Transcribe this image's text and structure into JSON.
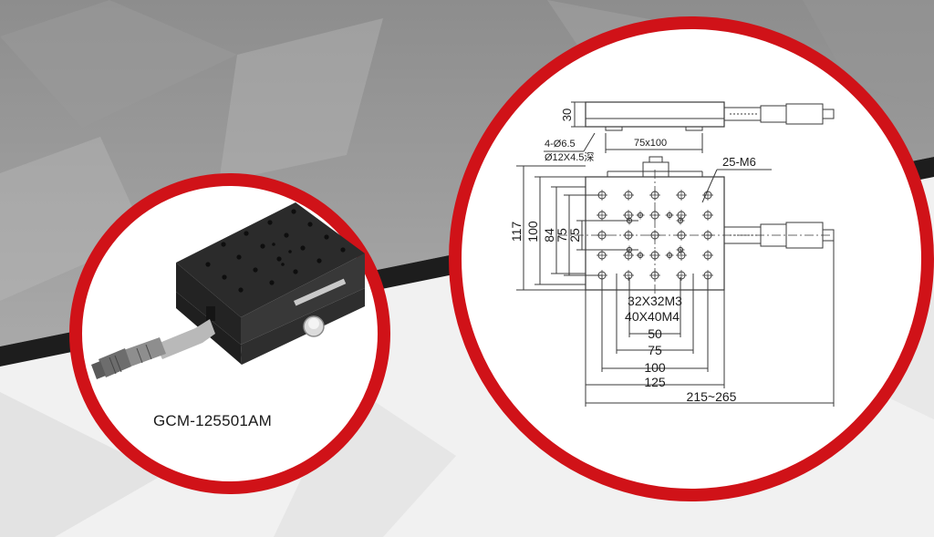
{
  "product": {
    "model": "GCM-125501AM"
  },
  "drawing": {
    "callout_mounting_holes": "4-Ø6.5",
    "callout_counterbore": "Ø12X4.5深",
    "callout_tapped_holes": "25-M6",
    "dim_height": "30",
    "dim_bottom_hole_spacing": "75x100",
    "dim_117": "117",
    "dim_100_v": "100",
    "dim_84": "84",
    "dim_75_v": "75",
    "dim_25": "25",
    "dim_pattern_m3": "32X32M3",
    "dim_pattern_m4": "40X40M4",
    "dim_50": "50",
    "dim_75_h": "75",
    "dim_100_h": "100",
    "dim_125": "125",
    "dim_travel_length": "215~265"
  },
  "colors": {
    "ring": "#d01218",
    "band": "#1d1d1d",
    "top_background": "#9c9c9c",
    "stage_body": "#2a2a2a",
    "line": "#3a3a3a"
  }
}
